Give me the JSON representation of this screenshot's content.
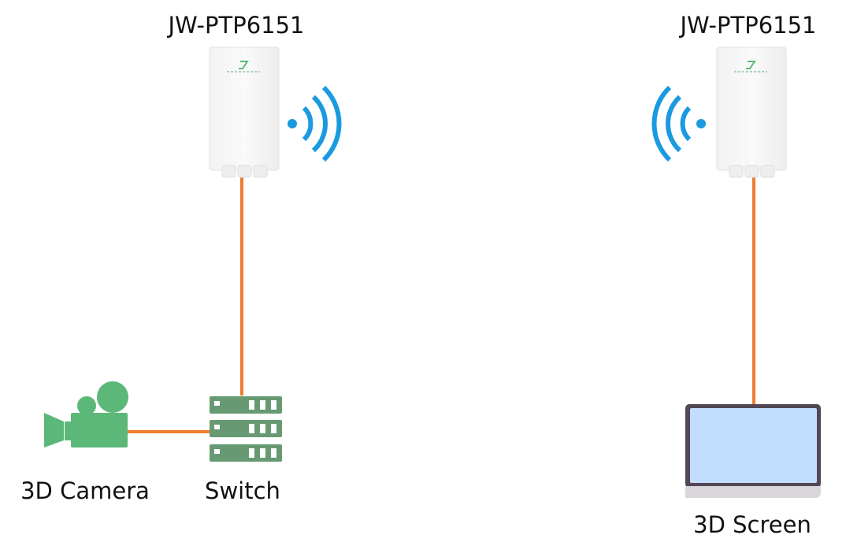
{
  "left_ap": {
    "label": "JW-PTP6151"
  },
  "right_ap": {
    "label": "JW-PTP6151"
  },
  "camera": {
    "label": "3D Camera"
  },
  "switch": {
    "label": "Switch"
  },
  "screen": {
    "label": "3D Screen"
  },
  "colors": {
    "cable": "#ee7d30",
    "wifi": "#1a9ae0",
    "camera": "#5bb878",
    "switch": "#679a73",
    "laptop_frame": "#534656",
    "laptop_screen": "#c3ddfd",
    "laptop_base": "#d8d6da"
  }
}
